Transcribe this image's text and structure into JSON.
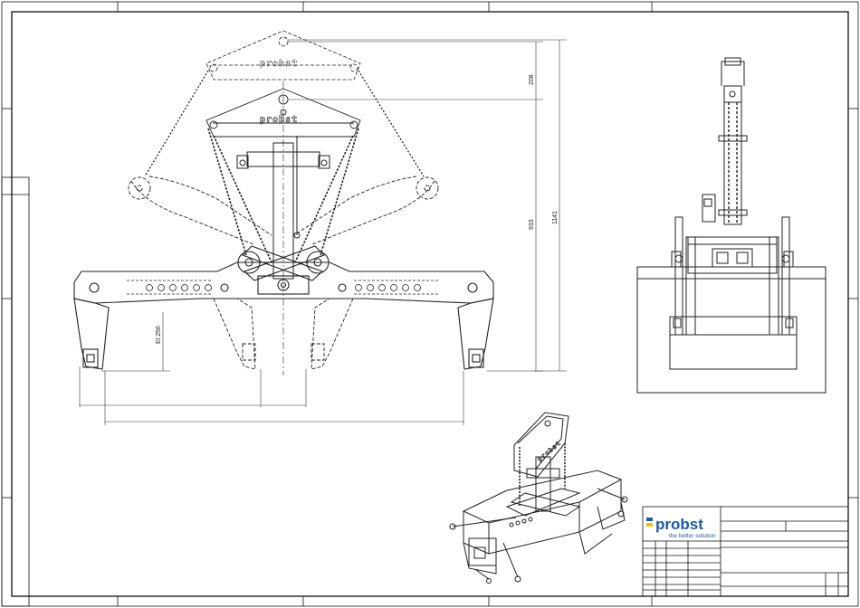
{
  "drawing": {
    "dimensions": {
      "height_208": "208",
      "height_933": "933",
      "height_1141": "1141",
      "el_256": "El 256"
    },
    "housing_brand": "probst",
    "title_block": {
      "logo_text": "probst",
      "logo_tagline": "the better solution",
      "logo_color": "#1e5aa8"
    }
  }
}
